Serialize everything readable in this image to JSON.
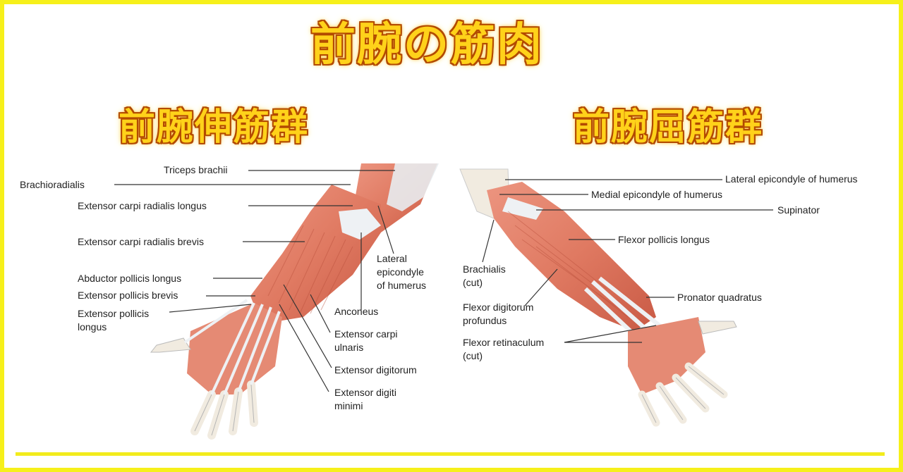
{
  "title": "前腕の筋肉",
  "sections": {
    "extensors": {
      "heading": "前腕伸筋群",
      "labels": {
        "triceps_brachii": "Triceps brachii",
        "brachioradialis": "Brachioradialis",
        "ecr_longus": "Extensor carpi radialis longus",
        "ecr_brevis": "Extensor carpi radialis brevis",
        "apl": "Abductor pollicis longus",
        "epb": "Extensor pollicis brevis",
        "epl_1": "Extensor pollicis",
        "epl_2": "longus",
        "lat_epi_1": "Lateral",
        "lat_epi_2": "epicondyle",
        "lat_epi_3": "of humerus",
        "anconeus": "Anconeus",
        "ecu_1": "Extensor carpi",
        "ecu_2": "ulnaris",
        "ext_digitorum": "Extensor digitorum",
        "edm_1": "Extensor digiti",
        "edm_2": "minimi"
      }
    },
    "flexors": {
      "heading": "前腕屈筋群",
      "labels": {
        "lat_epicondyle": "Lateral epicondyle of humerus",
        "med_epicondyle": "Medial epicondyle of humerus",
        "supinator": "Supinator",
        "fpl": "Flexor pollicis longus",
        "brachialis_1": "Brachialis",
        "brachialis_2": "(cut)",
        "pronator_q": "Pronator quadratus",
        "fdp_1": "Flexor digitorum",
        "fdp_2": "profundus",
        "flex_ret_1": "Flexor retinaculum",
        "flex_ret_2": "(cut)"
      }
    }
  },
  "colors": {
    "frame": "#f6f01a",
    "title_fill": "#ffd21a",
    "title_outline": "#b24a00",
    "muscle": "#e07a62",
    "muscle_dark": "#c95a45",
    "tendon": "#eef1f4",
    "bone": "#f1ebe0",
    "leader_line": "#333333"
  }
}
